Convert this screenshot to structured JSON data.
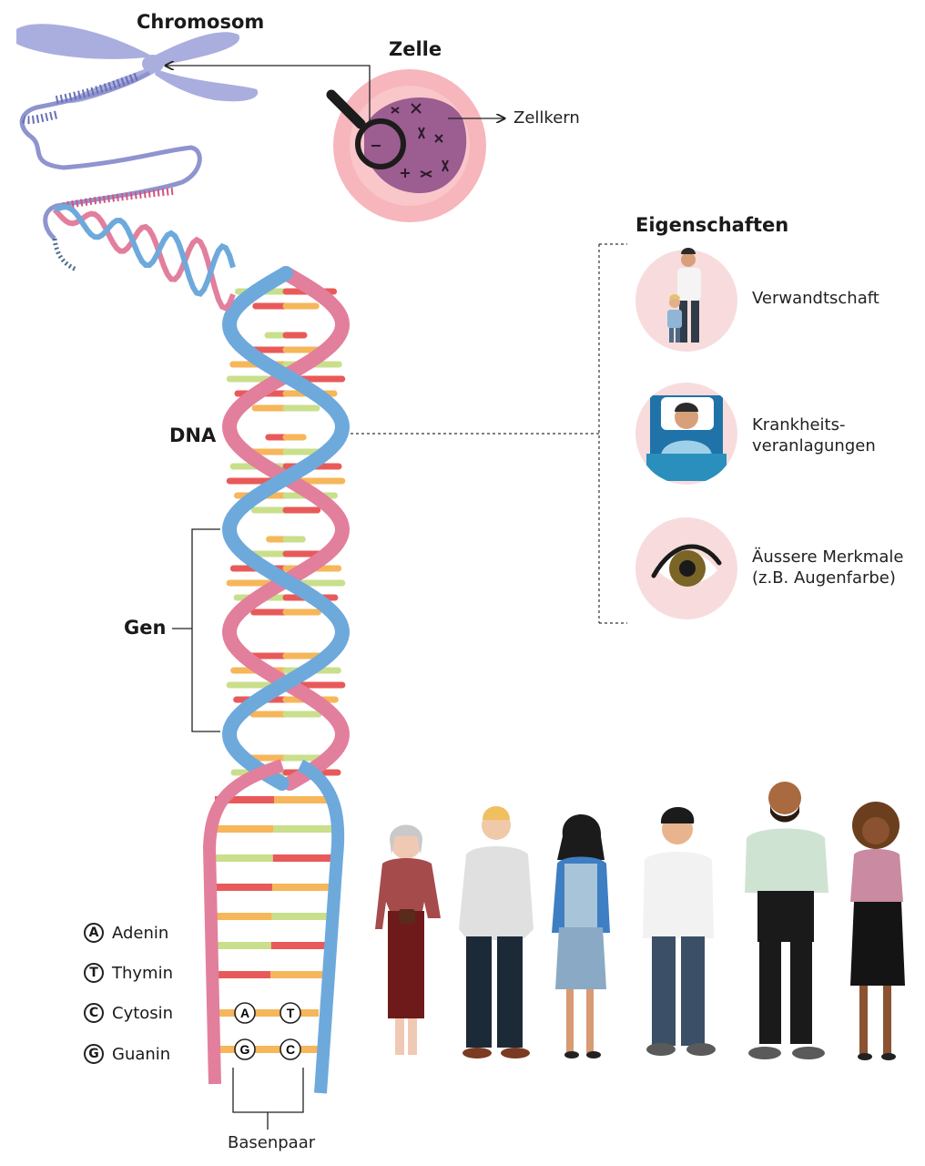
{
  "labels": {
    "chromosome": "Chromosom",
    "cell": "Zelle",
    "nucleus": "Zellkern",
    "dna": "DNA",
    "gene": "Gen",
    "base_pair": "Basenpaar",
    "traits_title": "Eigenschaften"
  },
  "traits": [
    {
      "line1": "Verwandtschaft",
      "line2": ""
    },
    {
      "line1": "Krankheits-",
      "line2": "veranlagungen"
    },
    {
      "line1": "Äussere Merkmale",
      "line2": "(z.B. Augenfarbe)"
    }
  ],
  "bases": [
    {
      "letter": "A",
      "name": "Adenin"
    },
    {
      "letter": "T",
      "name": "Thymin"
    },
    {
      "letter": "C",
      "name": "Cytosin"
    },
    {
      "letter": "G",
      "name": "Guanin"
    }
  ],
  "pair_letters": [
    "A",
    "T",
    "G",
    "C"
  ],
  "colors": {
    "strand_pink": "#e27f9c",
    "strand_blue": "#6ea9dc",
    "rung_red": "#e85a5a",
    "rung_orange": "#f6b65a",
    "rung_green": "#c9df8c",
    "chromosome": "#a9aede",
    "cell_outer": "#f6b6bc",
    "nucleus": "#9c5d91",
    "trait_circle": "#f8dcdd"
  }
}
